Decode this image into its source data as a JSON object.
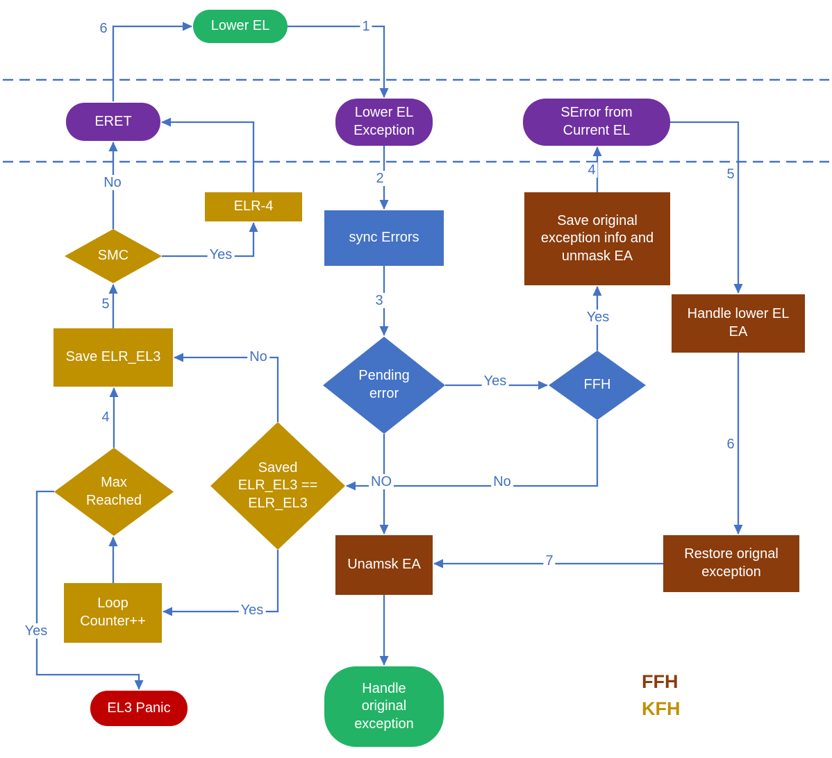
{
  "nodes": {
    "lower_el": "Lower EL",
    "eret": "ERET",
    "lower_el_exception": "Lower EL Exception",
    "serror_from_current_el": "SError from Current EL",
    "elr_4": "ELR-4",
    "sync_errors": "sync Errors",
    "save_original_exception": "Save original exception info and unmask EA",
    "handle_lower_el_ea": "Handle lower EL EA",
    "smc": "SMC",
    "save_elr_el3": "Save ELR_EL3",
    "pending_error": "Pending error",
    "ffh": "FFH",
    "saved_elr_el3": "Saved ELR_EL3 == ELR_EL3",
    "max_reached": "Max Reached",
    "unamsk_ea": "Unamsk EA",
    "restore_orignal_exception": "Restore orignal exception",
    "loop_counter": "Loop Counter++",
    "el3_panic": "EL3 Panic",
    "handle_original_exception": "Handle original exception"
  },
  "edge_labels": {
    "step6_top": "6",
    "step1": "1",
    "step2": "2",
    "step3": "3",
    "yes_pending_to_ffh": "Yes",
    "no_pending_down": "NO",
    "no_ffh_to_saved": "No",
    "yes_ffh_up": "Yes",
    "step4_to_serror": "4",
    "step5_right": "5",
    "step6_right": "6",
    "step7": "7",
    "no_saved_up": "No",
    "yes_saved_down": "Yes",
    "step5_smc": "5",
    "no_smc_up": "No",
    "yes_smc_right": "Yes",
    "step4_max_up": "4",
    "yes_max_to_panic": "Yes"
  },
  "legend": {
    "ffh": "FFH",
    "kfh": "KFH"
  },
  "colors": {
    "green": "#22B366",
    "purple": "#7030A0",
    "blue": "#4472C4",
    "brown": "#8A3C0C",
    "gold": "#BF9000",
    "red": "#C00000",
    "connector": "#4472C4"
  }
}
